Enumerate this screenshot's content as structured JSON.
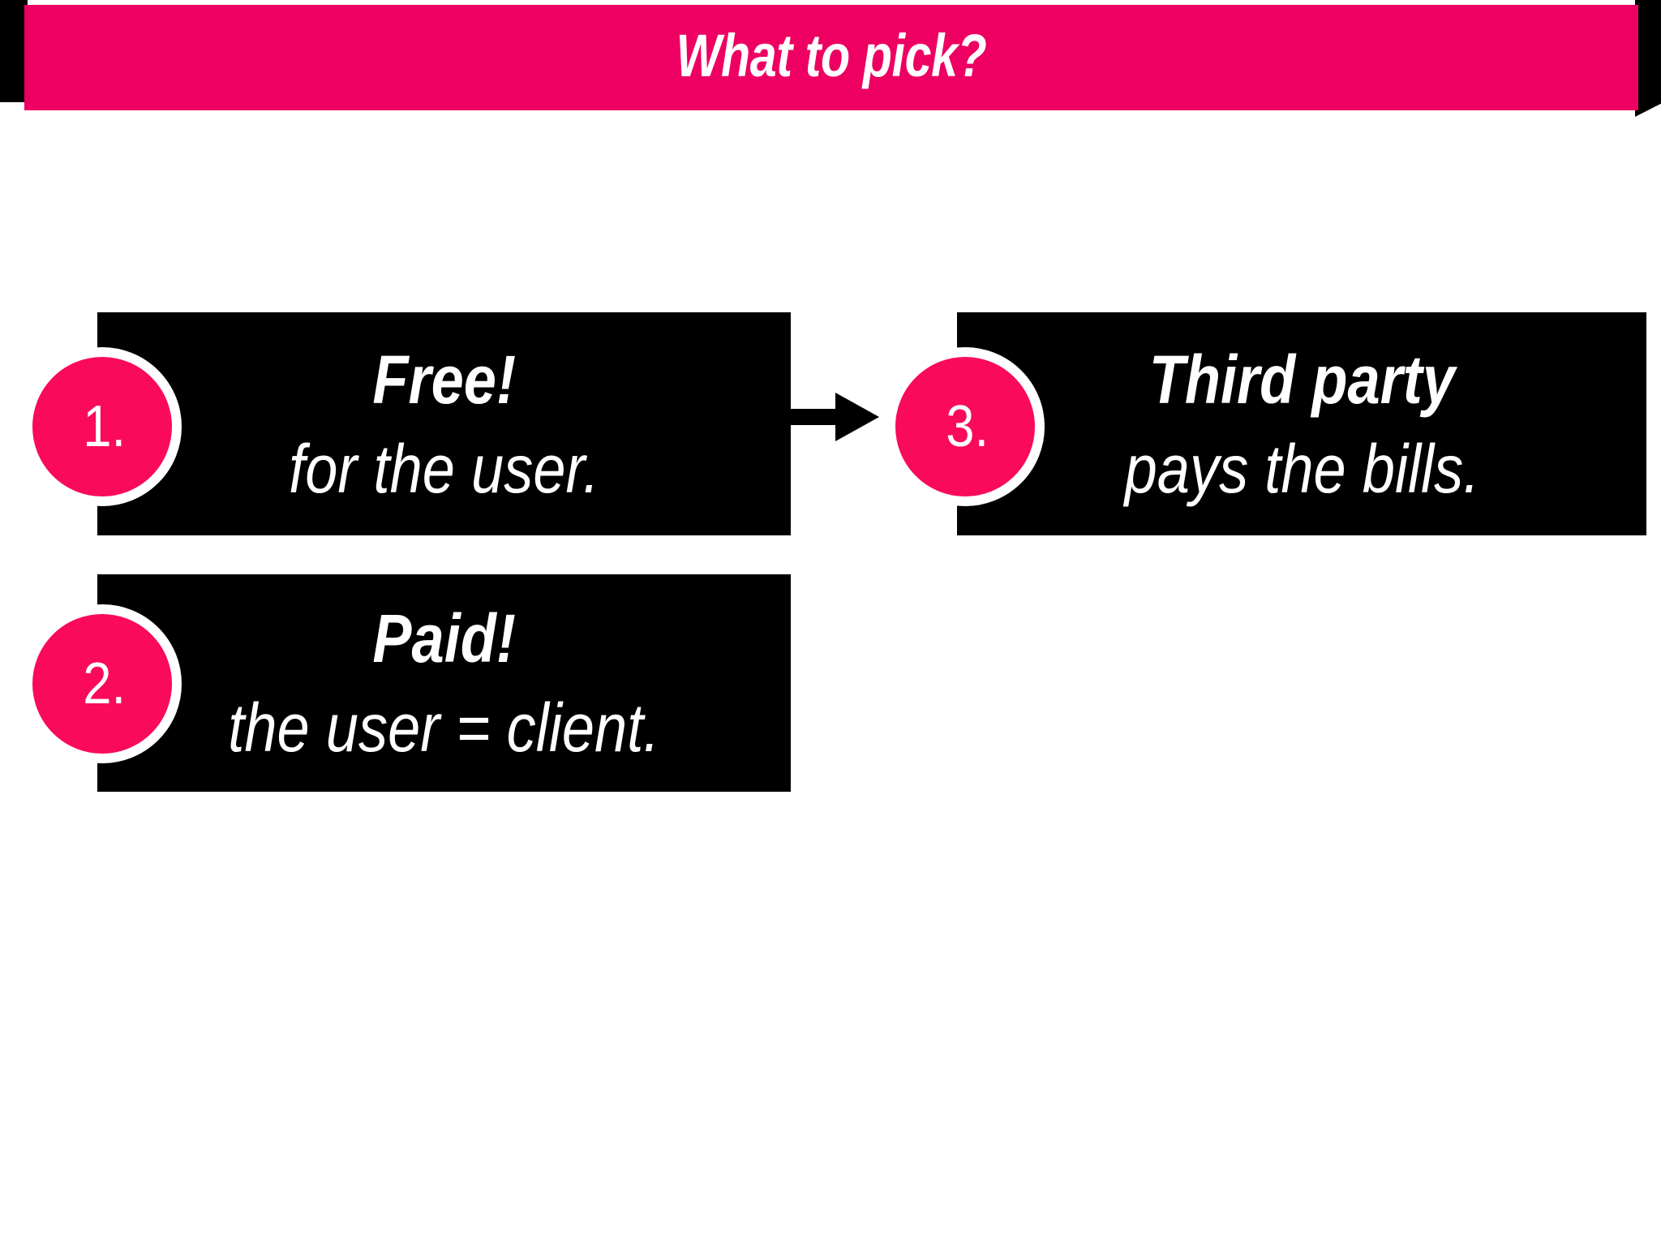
{
  "slide": {
    "title": "What to pick?",
    "banner_color": "#ED0061",
    "badge_color": "#FA0A5A",
    "box_color": "#000000",
    "text_color": "#FFFFFF",
    "background_color": "#FFFFFF"
  },
  "steps": [
    {
      "number": "1.",
      "primary": "Free!",
      "secondary": "for the user."
    },
    {
      "number": "2.",
      "primary": "Paid!",
      "secondary": "the user = client."
    },
    {
      "number": "3.",
      "primary": "Third party",
      "secondary": "pays the bills."
    }
  ],
  "connector": {
    "icon": "arrow-right-icon",
    "from": "1.",
    "to": "3."
  }
}
